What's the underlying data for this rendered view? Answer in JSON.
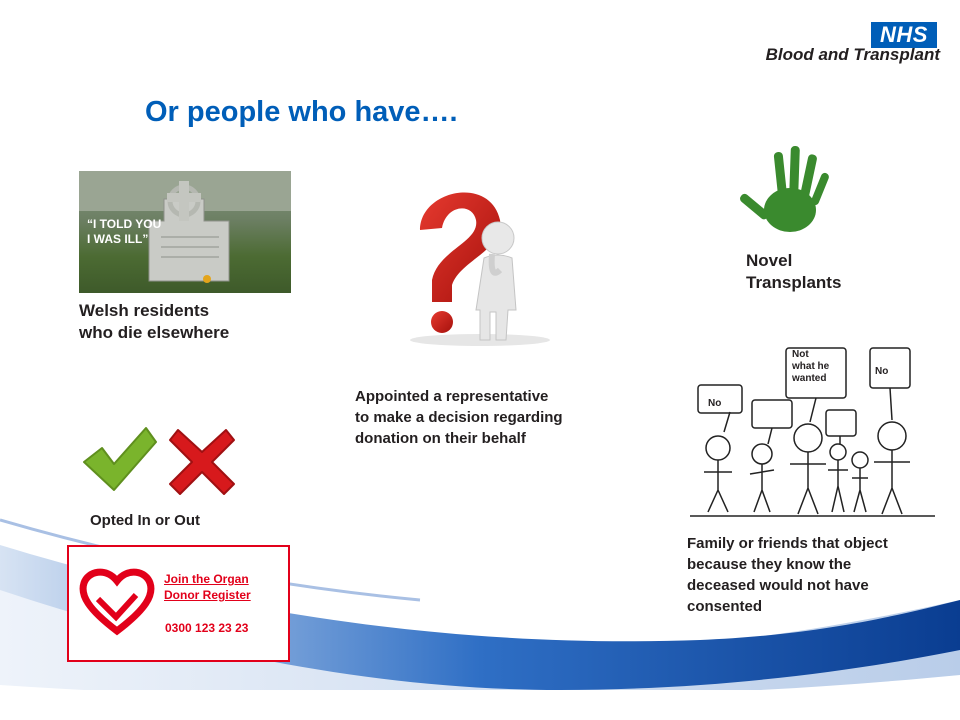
{
  "logo": {
    "nhs": "NHS",
    "subtitle": "Blood and Transplant"
  },
  "title": "Or people who have….",
  "items": {
    "welsh": {
      "label_line1": "Welsh residents",
      "label_line2": "who die elsewhere",
      "image_text_line1": "“I TOLD YOU",
      "image_text_line2": "I WAS ILL”"
    },
    "representative": {
      "line1": "Appointed a representative",
      "line2": "to make a decision regarding",
      "line3": "donation on their behalf"
    },
    "novel": {
      "line1": "Novel",
      "line2": "Transplants"
    },
    "opted": {
      "label": "Opted In or Out"
    },
    "family": {
      "line1": "Family or friends that object",
      "line2": "because they know the",
      "line3": "deceased would not have",
      "line4": "consented",
      "bubbles": {
        "no_left": "No",
        "not_wanted_1": "Not",
        "not_wanted_2": "what he",
        "not_wanted_3": "wanted",
        "no_right": "No"
      }
    }
  },
  "register": {
    "link_line1": "Join the Organ",
    "link_line2": "Donor Register",
    "phone": "0300 123 23 23"
  },
  "colors": {
    "nhs_blue": "#005eb8",
    "register_red": "#e2001a",
    "tick_green": "#7ab42c",
    "cross_red": "#d7191c"
  }
}
